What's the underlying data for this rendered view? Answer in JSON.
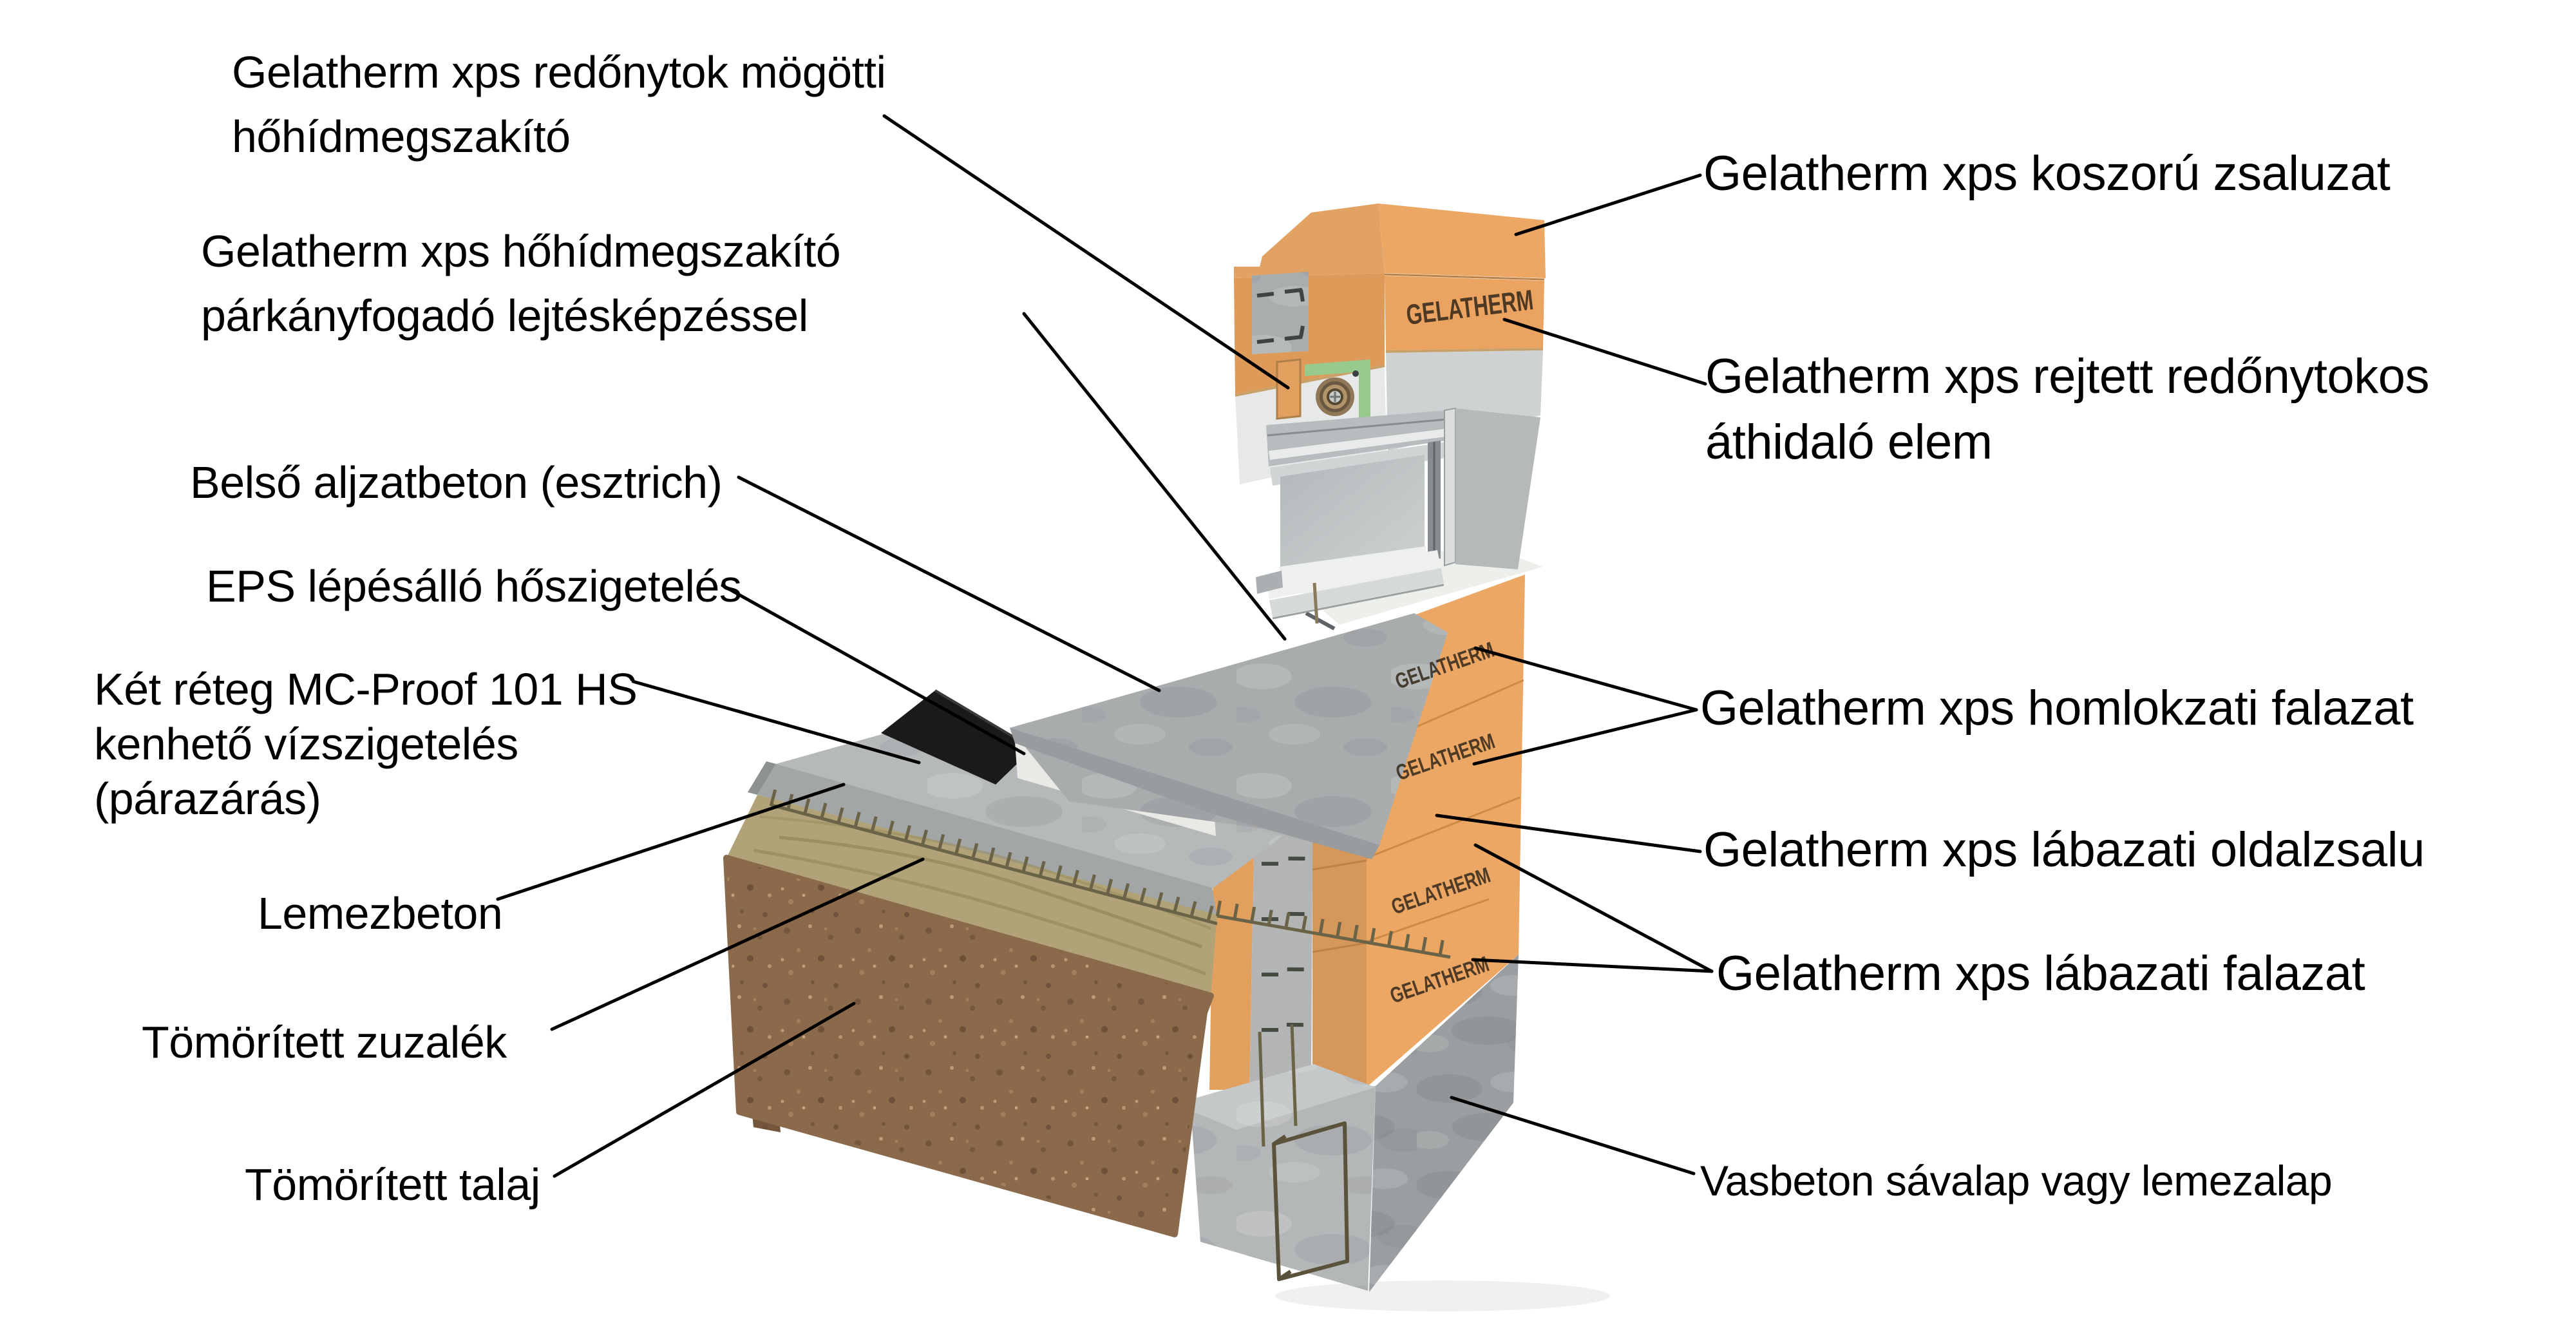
{
  "brand": "GELATHERM",
  "palette": {
    "xps_orange": "#eca765",
    "xps_orange_top": "#f2b67e",
    "xps_orange_shaded": "#d6975a",
    "xps_joint_brown": "#c0813f",
    "concrete_grey": "#a8acad",
    "concrete_dark_grey": "#9a9ea0",
    "eps_white": "#e9e9e5",
    "waterproofing_black": "#1a1a1a",
    "gravel_tan": "#b1a277",
    "soil_brown": "#8b6a4b",
    "gasket_green": "#97cb8e",
    "rebar_olive": "#5a523a",
    "leader_line": "#000000",
    "background": "#ffffff"
  },
  "labels": {
    "left": [
      {
        "text": "Gelatherm xps redőnytok mögötti\nhőhídmegszakító"
      },
      {
        "text": "Gelatherm xps hőhídmegszakító\npárkányfogadó lejtésképzéssel"
      },
      {
        "text": "Belső aljzatbeton (esztrich)"
      },
      {
        "text": "EPS lépésálló hőszigetelés"
      },
      {
        "text": "Két réteg MC-Proof 101 HS\nkenhető vízszigetelés\n(párazárás)"
      },
      {
        "text": "Lemezbeton"
      },
      {
        "text": "Tömörített zuzalék"
      },
      {
        "text": "Tömörített talaj"
      }
    ],
    "right": [
      {
        "text": "Gelatherm xps koszorú zsaluzat"
      },
      {
        "text": "Gelatherm xps rejtett redőnytokos\náthidaló elem"
      },
      {
        "text": "Gelatherm xps homlokzati falazat"
      },
      {
        "text": "Gelatherm xps lábazati oldalzsalu"
      },
      {
        "text": "Gelatherm xps lábazati falazat"
      },
      {
        "text": "Vasbeton sávalap vagy lemezalap"
      }
    ]
  }
}
